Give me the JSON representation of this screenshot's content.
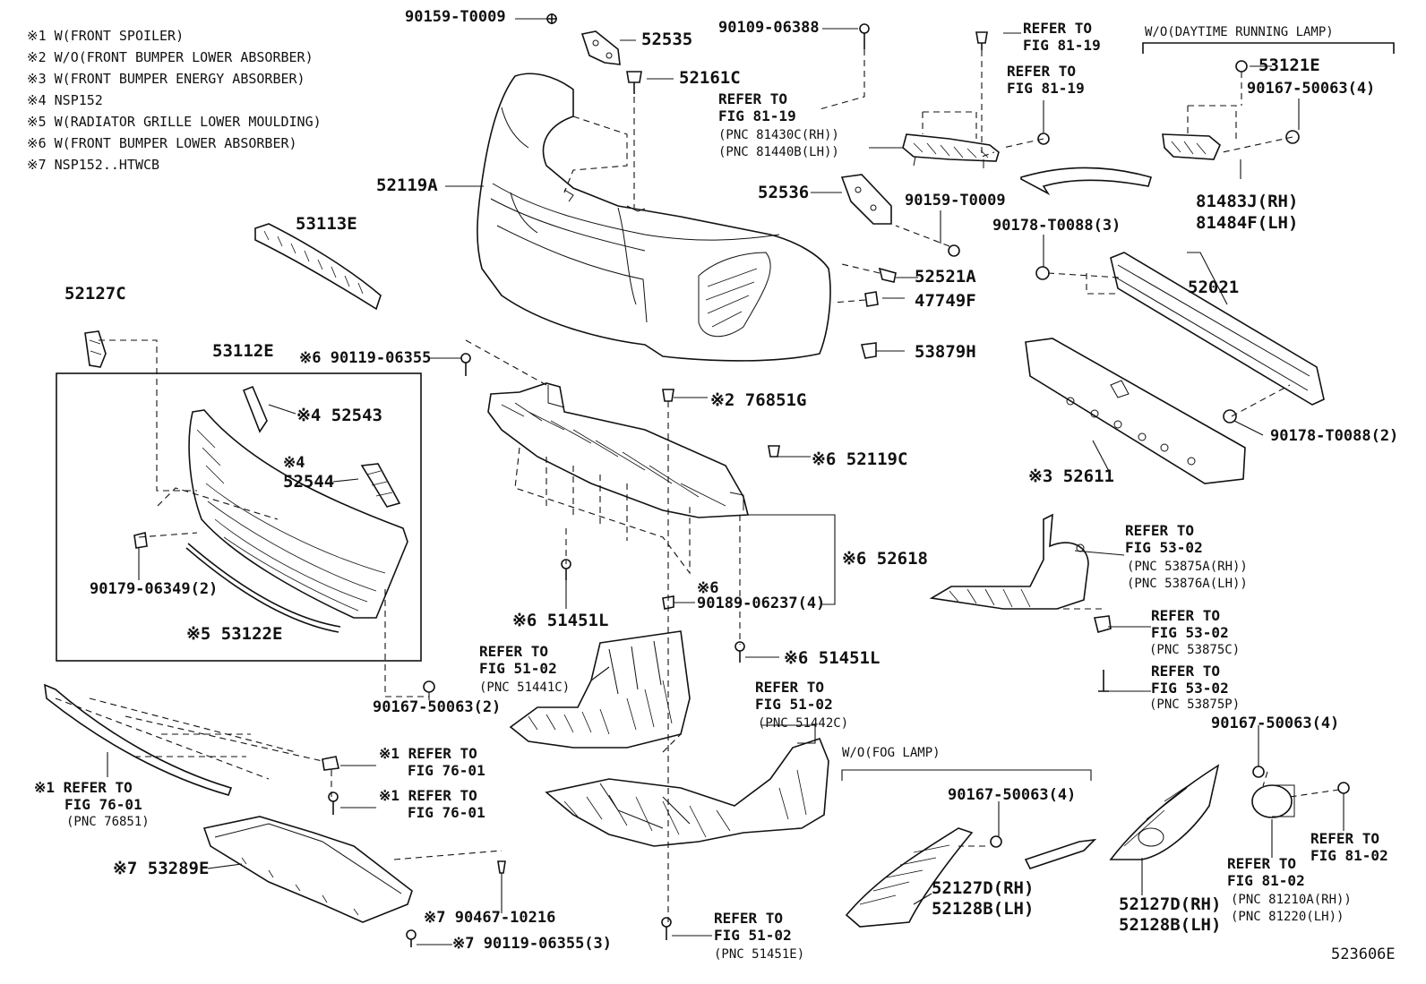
{
  "notes": [
    "※1 W(FRONT SPOILER)",
    "※2 W/O(FRONT BUMPER LOWER ABSORBER)",
    "※3 W(FRONT BUMPER ENERGY ABSORBER)",
    "※4 NSP152",
    "※5 W(RADIATOR GRILLE LOWER MOULDING)",
    "※6 W(FRONT BUMPER LOWER ABSORBER)",
    "※7 NSP152..HTWCB"
  ],
  "groups": {
    "daytime_running_lamp": "W/O(DAYTIME RUNNING LAMP)",
    "fog_lamp": "W/O(FOG LAMP)"
  },
  "labels": {
    "p90159_top": "90159-T0009",
    "p52535": "52535",
    "p90109": "90109-06388",
    "p52161C": "52161C",
    "refer_8119_a_1": "REFER TO",
    "refer_8119_a_2": "FIG 81-19",
    "refer_8119_b_1": "REFER TO",
    "refer_8119_b_2": "FIG 81-19",
    "refer_8119_c_1": "REFER TO",
    "refer_8119_c_2": "FIG 81-19",
    "pnc_81430C": "(PNC 81430C(RH))",
    "pnc_81440B": "(PNC 81440B(LH))",
    "p53121E": "53121E",
    "p90167_drl": "90167-50063(4)",
    "p81483J": "81483J(RH)",
    "p81484F": "81484F(LH)",
    "p52119A": "52119A",
    "p52536": "52536",
    "p90159_mid": "90159-T0009",
    "p90178_top": "90178-T0088(3)",
    "p53113E": "53113E",
    "p52521A": "52521A",
    "p52021": "52021",
    "p47749F": "47749F",
    "p52127C": "52127C",
    "p53112E": "53112E",
    "p90119_mid": "※6 90119-06355",
    "p53879H": "53879H",
    "p52543": "※4 52543",
    "p76851G": "※2 76851G",
    "p90178_bot": "90178-T0088(2)",
    "p52544_note": "※4",
    "p52544": "52544",
    "p52119C": "※6 52119C",
    "p52611": "※3 52611",
    "refer_5302_a_1": "REFER TO",
    "refer_5302_a_2": "FIG 53-02",
    "pnc_53875A": "(PNC 53875A(RH))",
    "pnc_53876A": "(PNC 53876A(LH))",
    "p52618": "※6 52618",
    "p90179": "90179-06349(2)",
    "p51451L_a": "※6 51451L",
    "p90189_note": "※6",
    "p90189": "90189-06237(4)",
    "refer_5302_b_1": "REFER TO",
    "refer_5302_b_2": "FIG 53-02",
    "pnc_53875C": "(PNC 53875C)",
    "p53122E": "※5 53122E",
    "refer_5102_a_1": "REFER TO",
    "refer_5102_a_2": "FIG 51-02",
    "pnc_51441C": "(PNC 51441C)",
    "p51451L_b": "※6 51451L",
    "refer_5302_c_1": "REFER TO",
    "refer_5302_c_2": "FIG 53-02",
    "pnc_53875P": "(PNC 53875P)",
    "refer_5102_b_1": "REFER TO",
    "refer_5102_b_2": "FIG 51-02",
    "pnc_51442C": "(PNC 51442C)",
    "p90167_mid": "90167-50063(2)",
    "p90167_fogr": "90167-50063(4)",
    "refer_7601_a_1": "※1 REFER TO",
    "refer_7601_a_2": "FIG 76-01",
    "refer_7601_b_1": "※1 REFER TO",
    "refer_7601_b_2": "FIG 76-01",
    "refer_7601_c_1": "※1 REFER TO",
    "refer_7601_c_2": "FIG 76-01",
    "pnc_76851": "(PNC 76851)",
    "p90167_fogl": "90167-50063(4)",
    "refer_8102_a_1": "REFER TO",
    "refer_8102_a_2": "FIG 81-02",
    "refer_8102_b_1": "REFER TO",
    "refer_8102_b_2": "FIG 81-02",
    "pnc_81210A": "(PNC 81210A(RH))",
    "pnc_81220": "(PNC 81220(LH))",
    "p53289E": "※7 53289E",
    "p90467": "※7 90467-10216",
    "p52127D_l": "52127D(RH)",
    "p52128B_l": "52128B(LH)",
    "p52127D_r": "52127D(RH)",
    "p52128B_r": "52128B(LH)",
    "p90119_bot": "※7 90119-06355(3)",
    "refer_5102_c_1": "REFER TO",
    "refer_5102_c_2": "FIG 51-02",
    "pnc_51451E": "(PNC 51451E)",
    "illustration_no": "523606E"
  }
}
